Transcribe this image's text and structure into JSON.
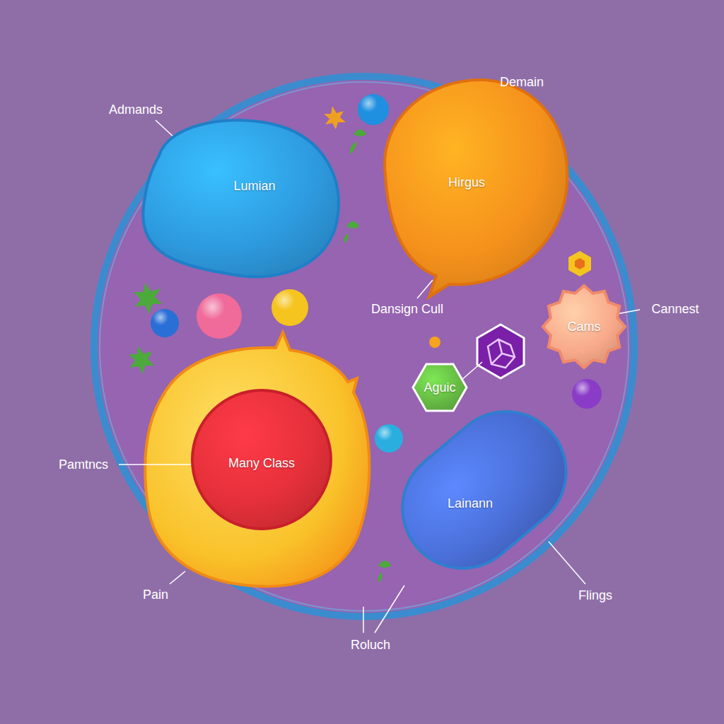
{
  "diagram": {
    "nodes": [
      {
        "text": [
          "Lumian"
        ]
      },
      {
        "text": [
          "Hirgus"
        ]
      },
      {
        "text": [
          "Cams"
        ]
      },
      {
        "text": [
          "Aguic"
        ]
      },
      {
        "text": [
          "Many Class"
        ]
      },
      {
        "text": [
          "Lainann"
        ]
      }
    ],
    "labels": [
      "Admands",
      "Demain",
      "Dansign Cull",
      "Cannest",
      "Pamtncs",
      "Pain",
      "Roluch",
      "Flings"
    ]
  }
}
